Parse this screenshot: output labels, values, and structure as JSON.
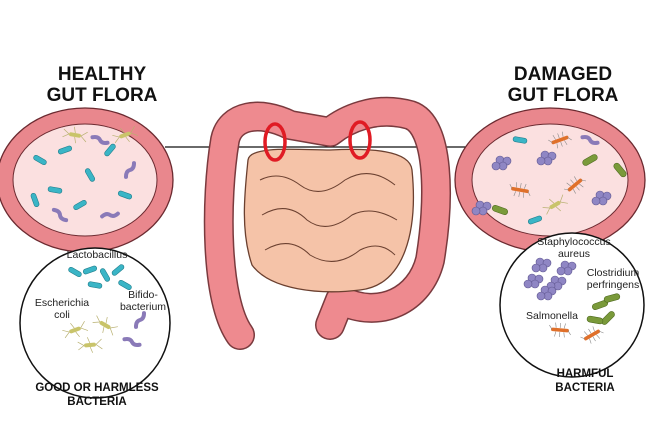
{
  "healthy": {
    "title_line1": "HEALTHY",
    "title_line2": "GUT FLORA",
    "bacteria": {
      "lactobacillus": "Lactobacillus",
      "escherichia_line1": "Escherichia",
      "escherichia_line2": "coli",
      "bifido_line1": "Bifido-",
      "bifido_line2": "bacterium"
    },
    "caption_line1": "GOOD OR HARMLESS",
    "caption_line2": "BACTERIA"
  },
  "damaged": {
    "title_line1": "DAMAGED",
    "title_line2": "GUT FLORA",
    "bacteria": {
      "staph_line1": "Staphylococcus",
      "staph_line2": "aureus",
      "clostridium_line1": "Clostridium",
      "clostridium_line2": "perfringens",
      "salmonella": "Salmonella"
    },
    "caption_line1": "HARMFUL",
    "caption_line2": "BACTERIA"
  },
  "colors": {
    "colon": "#ee8a8f",
    "small_intestine": "#f5c3a8",
    "lumen": "#fbe0e0",
    "lacto": "#3ab5c6",
    "bifido": "#8a7ab8",
    "staph": "#8f86c4",
    "clostridium": "#7a9a3a",
    "salmonella": "#e0702a",
    "highlight": "#e01b24"
  }
}
